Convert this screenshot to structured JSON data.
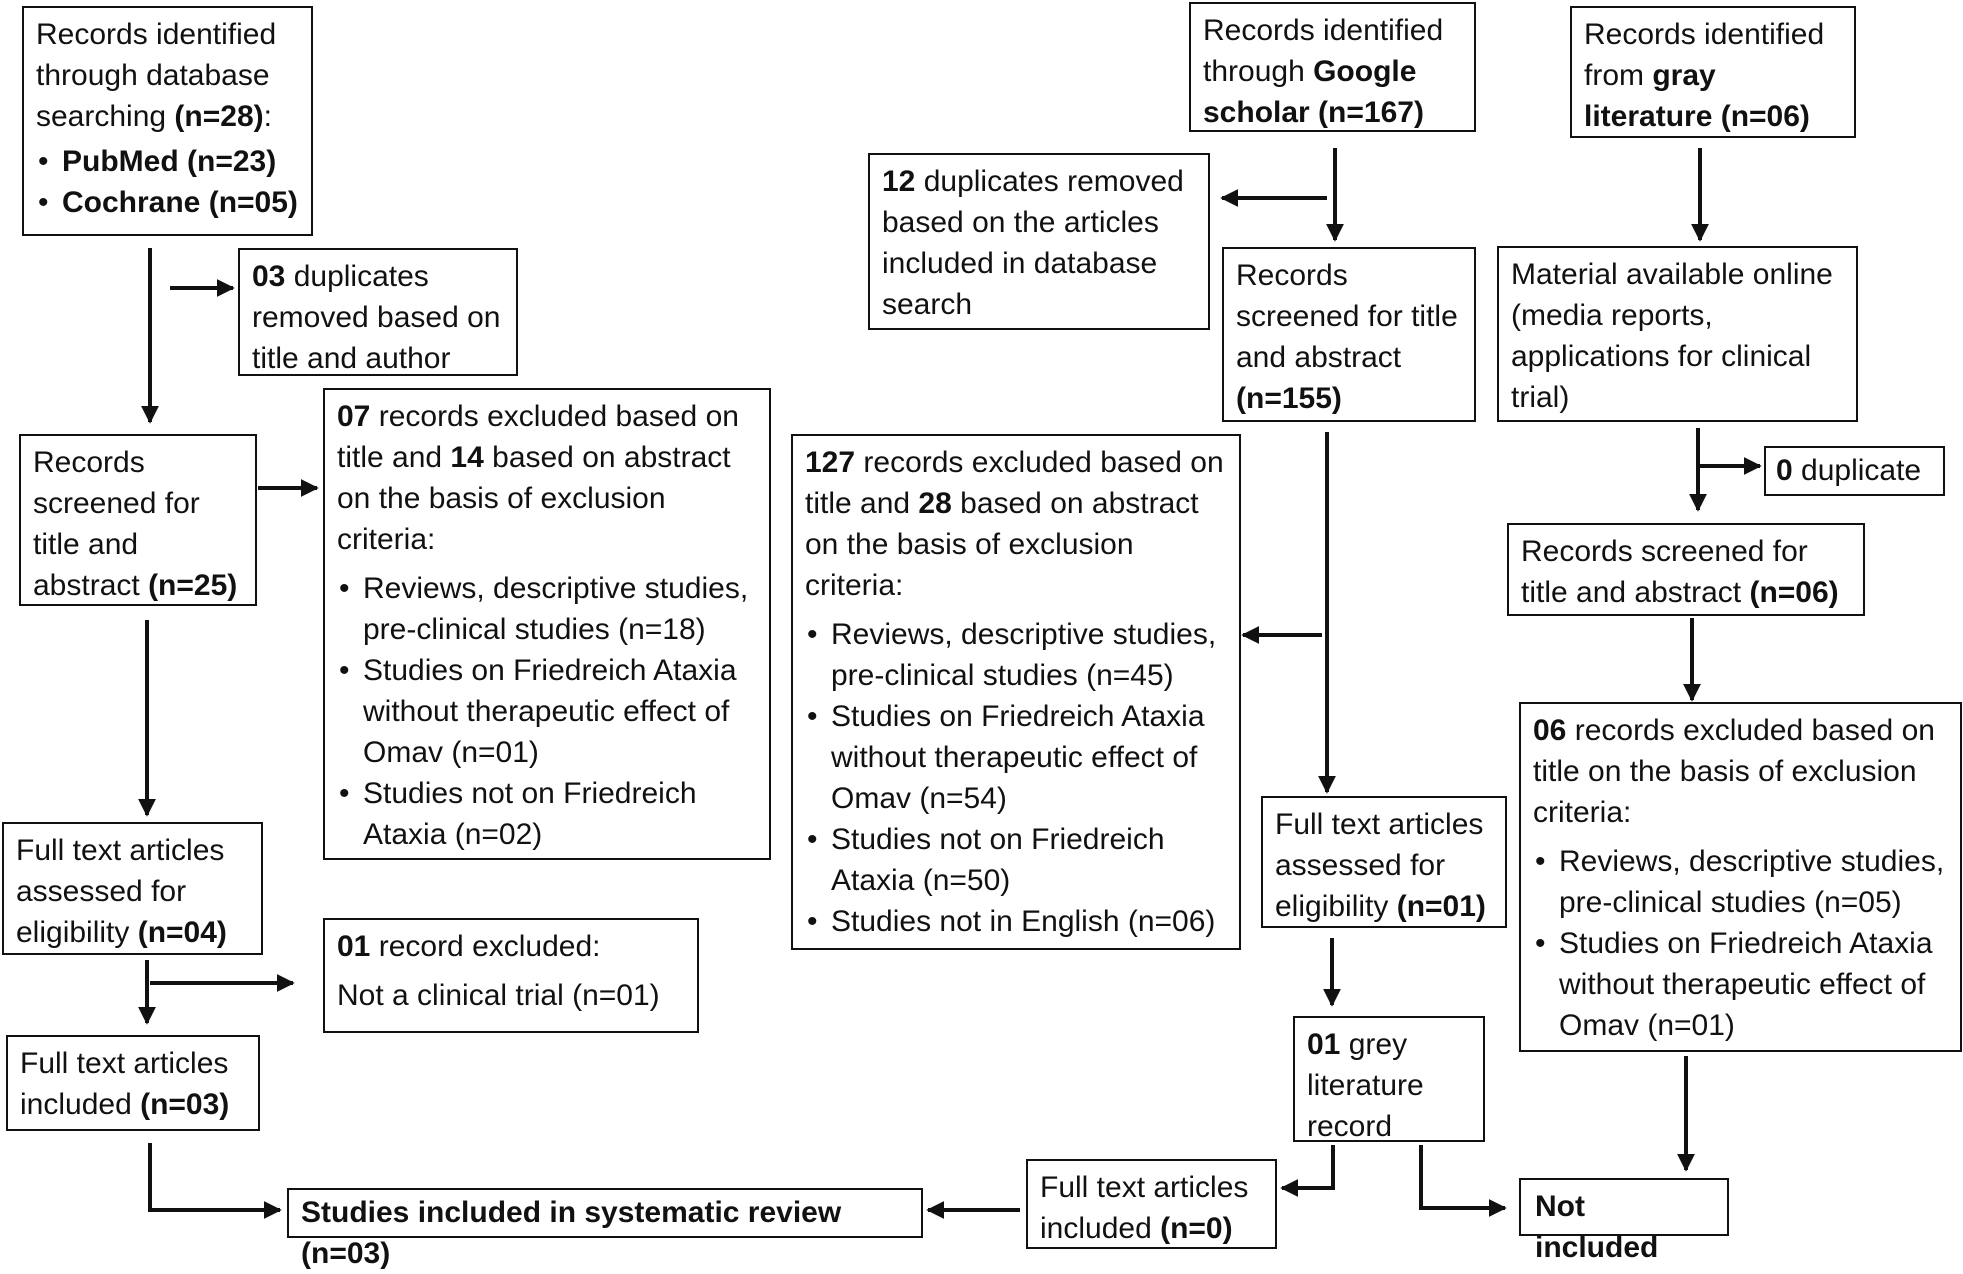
{
  "db": {
    "records": {
      "pre": "Records identified through database searching ",
      "n": "(n=28)",
      "post": ":"
    },
    "sources": [
      {
        "name": "PubMed",
        "n": "(n=23)"
      },
      {
        "name": "Cochrane",
        "n": "(n=05)"
      }
    ],
    "duplicates": {
      "n": "03",
      "text": " duplicates removed based on title and author"
    },
    "screened": {
      "text": "Records screened for title and abstract ",
      "n": "(n=25)"
    },
    "excluded": {
      "n1": "07",
      "t1": " records excluded based on title and ",
      "n2": "14",
      "t2": " based on abstract on the basis of exclusion criteria:",
      "items": [
        "Reviews, descriptive studies, pre-clinical studies (n=18)",
        "Studies on Friedreich Ataxia without therapeutic effect of Omav (n=01)",
        "Studies not on Friedreich Ataxia (n=02)"
      ]
    },
    "fulltext_assessed": {
      "text": "Full text articles assessed for eligibility ",
      "n": "(n=04)"
    },
    "record_excluded": {
      "n": "01",
      "text": " record excluded:",
      "reason": "Not a clinical trial (n=01)"
    },
    "fulltext_included": {
      "text": "Full text articles included ",
      "n": "(n=03)"
    }
  },
  "google": {
    "records": {
      "pre": "Records identified through ",
      "bold": "Google scholar",
      "n": " (n=167)"
    },
    "duplicates": {
      "n": "12",
      "text": " duplicates removed based on the articles included in database search"
    },
    "screened": {
      "text": "Records screened for title and abstract ",
      "n": "(n=155)"
    },
    "excluded": {
      "n1": "127",
      "t1": " records excluded based on title and ",
      "n2": "28",
      "t2": " based on abstract on the basis of exclusion criteria:",
      "items": [
        "Reviews, descriptive studies, pre-clinical studies (n=45)",
        "Studies on Friedreich Ataxia without therapeutic effect of Omav (n=54)",
        "Studies not on Friedreich Ataxia (n=50)",
        "Studies not in English (n=06)"
      ]
    },
    "fulltext_assessed": {
      "text": "Full text articles assessed for eligibility ",
      "n": "(n=01)"
    },
    "grey_record": {
      "n": "01",
      "text": " grey literature record"
    },
    "fulltext_included": {
      "text": "Full text articles included ",
      "n": "(n=0)"
    }
  },
  "gray": {
    "records": {
      "pre": "Records identified from ",
      "bold": "gray literature",
      "n": " (n=06)"
    },
    "material": "Material available online (media reports, applications for clinical trial)",
    "duplicate": {
      "n": "0",
      "text": " duplicate"
    },
    "screened": {
      "text": "Records screened for title and abstract ",
      "n": "(n=06)"
    },
    "excluded": {
      "n1": "06",
      "t1": " records excluded based on title on the basis of exclusion criteria:",
      "items": [
        "Reviews, descriptive studies, pre-clinical studies (n=05)",
        "Studies on Friedreich Ataxia without therapeutic effect of Omav (n=01)"
      ]
    }
  },
  "final": {
    "included": "Studies included in systematic review (n=03)",
    "not_included": "Not included"
  }
}
